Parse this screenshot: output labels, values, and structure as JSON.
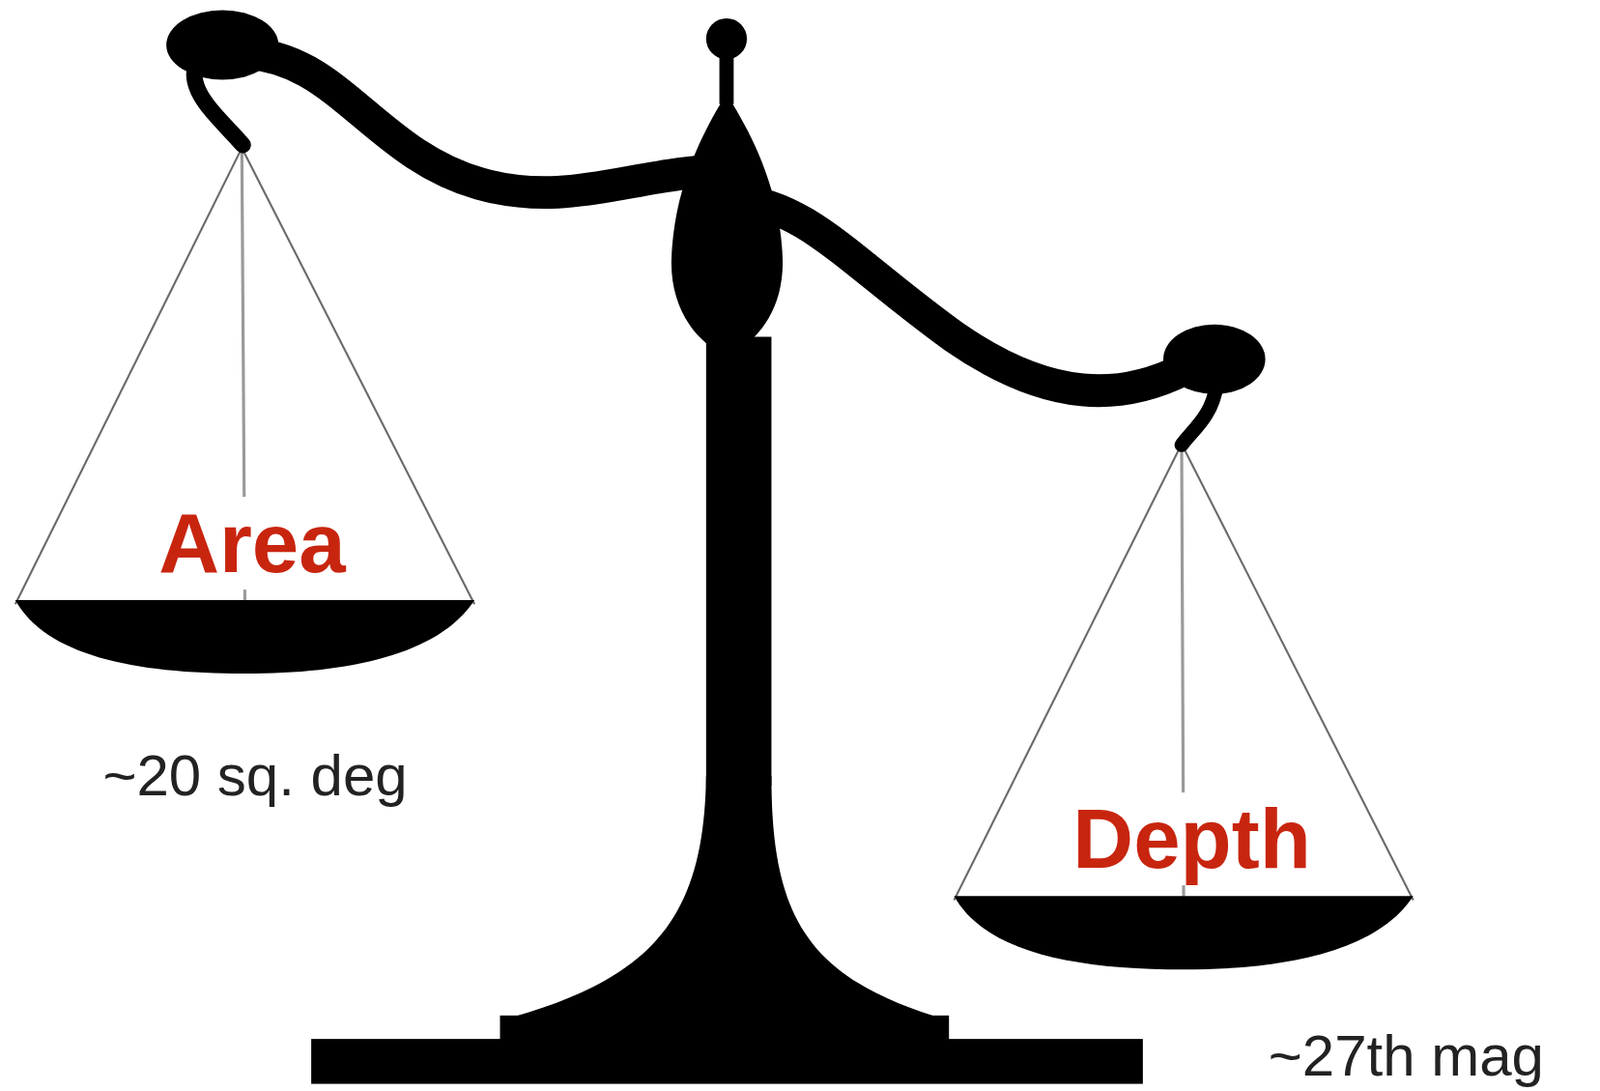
{
  "diagram": {
    "labels": [
      "Area",
      "~20 sq. deg",
      "Depth",
      "~27th mag"
    ]
  }
}
